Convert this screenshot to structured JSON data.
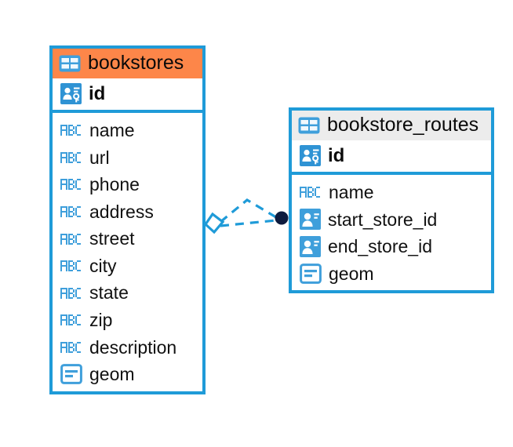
{
  "diagram": {
    "type": "entity-relationship-diagram",
    "background": "#ffffff",
    "accent_blue": "#1f9bd8",
    "accent_orange": "#fd8649",
    "header_gray": "#ececec",
    "connector_endpoint_color": "#0d1b3e"
  },
  "entities": [
    {
      "id": "bookstores",
      "title": "bookstores",
      "title_icon": "table-icon",
      "header_color": "#fd8649",
      "primary_key": {
        "name": "id",
        "icon": "primary-key-icon"
      },
      "fields": [
        {
          "name": "name",
          "icon": "text-abc-icon"
        },
        {
          "name": "url",
          "icon": "text-abc-icon"
        },
        {
          "name": "phone",
          "icon": "text-abc-icon"
        },
        {
          "name": "address",
          "icon": "text-abc-icon"
        },
        {
          "name": "street",
          "icon": "text-abc-icon"
        },
        {
          "name": "city",
          "icon": "text-abc-icon"
        },
        {
          "name": "state",
          "icon": "text-abc-icon"
        },
        {
          "name": "zip",
          "icon": "text-abc-icon"
        },
        {
          "name": "description",
          "icon": "text-abc-icon"
        },
        {
          "name": "geom",
          "icon": "geometry-icon"
        }
      ]
    },
    {
      "id": "bookstore_routes",
      "title": "bookstore_routes",
      "title_icon": "table-icon",
      "header_color": "#ececec",
      "primary_key": {
        "name": "id",
        "icon": "primary-key-icon"
      },
      "fields": [
        {
          "name": "name",
          "icon": "text-abc-icon"
        },
        {
          "name": "start_store_id",
          "icon": "foreign-key-icon"
        },
        {
          "name": "end_store_id",
          "icon": "foreign-key-icon"
        },
        {
          "name": "geom",
          "icon": "geometry-icon"
        }
      ]
    }
  ],
  "relationship": {
    "from": "bookstores",
    "to": "bookstore_routes",
    "line_style": "dashed",
    "source_marker": "diamond",
    "target_marker": "filled-circle",
    "branches": 2
  }
}
